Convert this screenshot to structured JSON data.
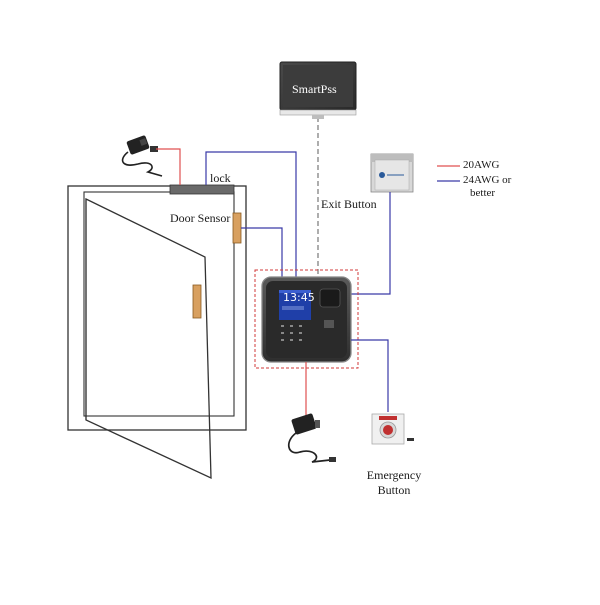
{
  "diagram": {
    "monitor_label": "SmartPss",
    "lock_label": "lock",
    "door_sensor_label": "Door Sensor",
    "exit_button_label": "Exit Button",
    "emergency_button_label_line1": "Emergency",
    "emergency_button_label_line2": "Button",
    "device_time": "13:45"
  },
  "legend": {
    "items": [
      {
        "label": "20AWG",
        "color": "#e05050"
      },
      {
        "label_line1": "24AWG or",
        "label_line2": "better",
        "color": "#3a3aa8"
      }
    ]
  },
  "colors": {
    "red_wire": "#e05050",
    "blue_wire": "#3a3aa8",
    "network_wire": "#777777",
    "device_outline": "#d23a3a"
  }
}
